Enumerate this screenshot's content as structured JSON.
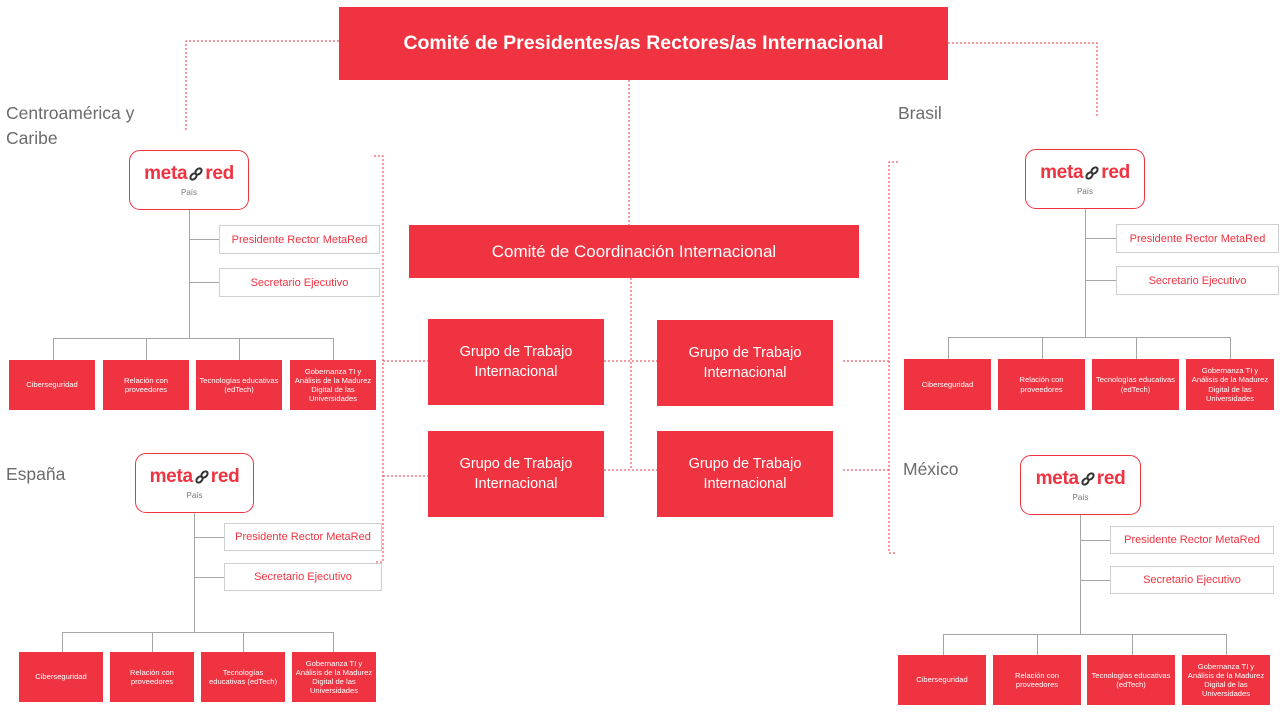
{
  "top_title": "Comité de Presidentes/as Rectores/as Internacional",
  "coord_title": "Comité de Coordinación Internacional",
  "working_group": "Grupo de Trabajo Internacional",
  "logo": {
    "left": "meta",
    "right": "red",
    "subtitle": "País"
  },
  "roles": {
    "president": "Presidente Rector MetaRed",
    "secretary": "Secretario Ejecutivo"
  },
  "teams": [
    "Ciberseguridad",
    "Relación con proveedores",
    "Tecnologías educativas (edTech)",
    "Gobernanza TI y Análisis de la Madurez Digital de las Universidades"
  ],
  "regions": {
    "central_america": "Centroamérica y Caribe",
    "brasil": "Brasil",
    "espana": "España",
    "mexico": "México"
  },
  "colors": {
    "accent": "#ef3340",
    "dotted": "#ef3340",
    "lines": "#a6a6a6"
  }
}
